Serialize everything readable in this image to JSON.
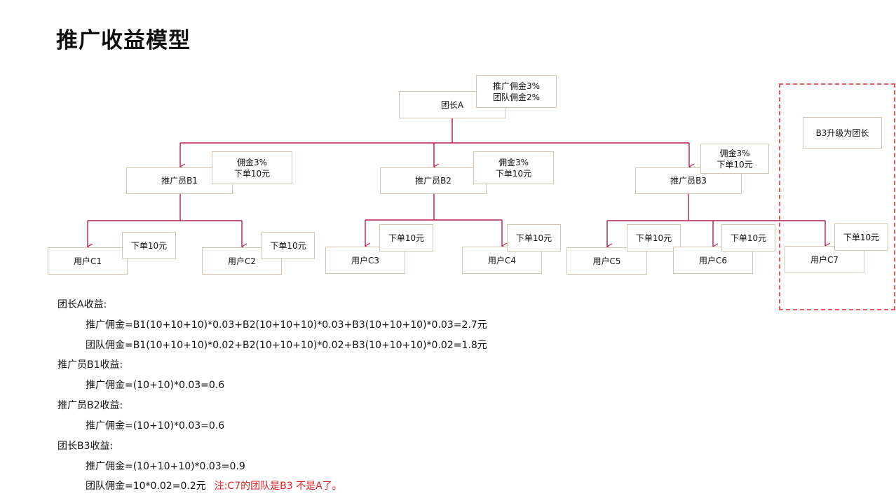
{
  "title": "推广收益模型",
  "nodes": {
    "leader_a": "团长A",
    "leader_a_note": "推广佣金3%\n团队佣金2%",
    "b1": "推广员B1",
    "b1_note": "佣金3%\n下单10元",
    "b2": "推广员B2",
    "b2_note": "佣金3%\n下单10元",
    "b3": "推广员B3",
    "b3_note": "佣金3%\n下单10元",
    "upgrade_note": "B3升级为团长",
    "c1": "用户C1",
    "c1_note": "下单10元",
    "c2": "用户C2",
    "c2_note": "下单10元",
    "c3": "用户C3",
    "c3_note": "下单10元",
    "c4": "用户C4",
    "c4_note": "下单10元",
    "c5": "用户C5",
    "c5_note": "下单10元",
    "c6": "用户C6",
    "c6_note": "下单10元",
    "c7": "用户C7",
    "c7_note": "下单10元"
  },
  "calc": {
    "a_head": "团长A收益:",
    "a_line1": "推广佣金=B1(10+10+10)*0.03+B2(10+10+10)*0.03+B3(10+10+10)*0.03=2.7元",
    "a_line2": "团队佣金=B1(10+10+10)*0.02+B2(10+10+10)*0.02+B3(10+10+10)*0.02=1.8元",
    "b1_head": "推广员B1收益:",
    "b1_line1": "推广佣金=(10+10)*0.03=0.6",
    "b2_head": "推广员B2收益:",
    "b2_line1": "推广佣金=(10+10)*0.03=0.6",
    "b3_head": "团长B3收益:",
    "b3_line1": "推广佣金=(10+10+10)*0.03=0.9",
    "b3_line2": "团队佣金=10*0.02=0.2元",
    "b3_note": "注:C7的团队是B3 不是A了。"
  },
  "colors": {
    "connector": "#b5204a",
    "box_border": "#d6c6b0",
    "dashed": "#e85a5a",
    "note_text": "#e02020"
  }
}
